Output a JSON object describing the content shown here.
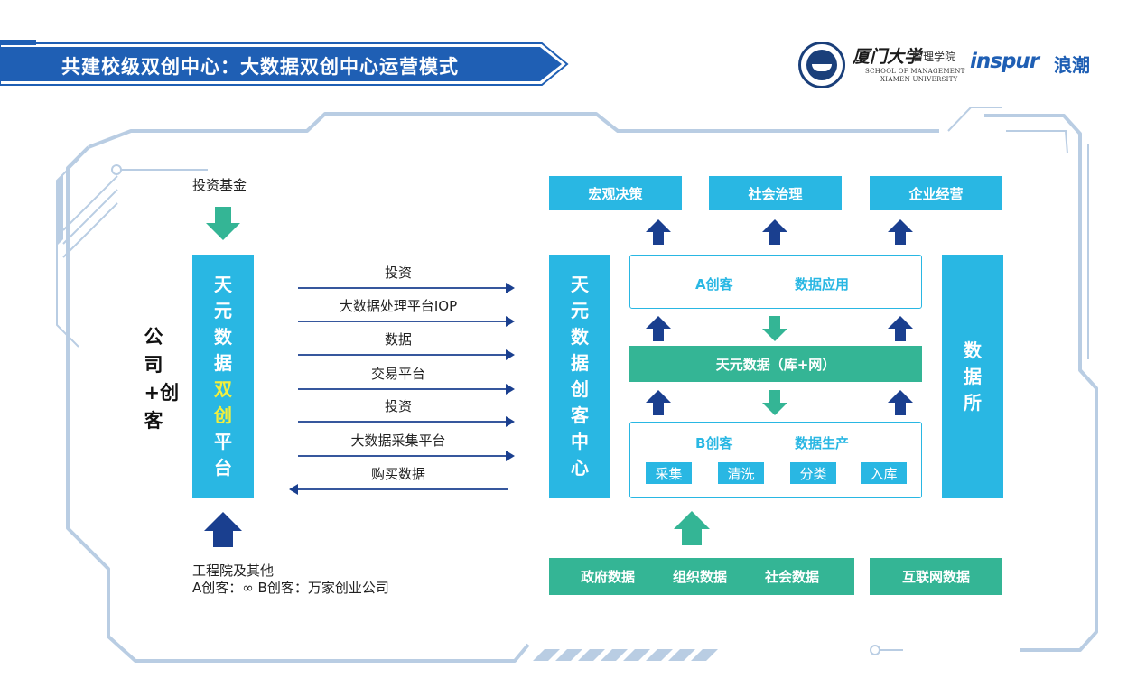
{
  "title": "共建校级双创中心：大数据双创中心运营模式",
  "logos": {
    "xmu_cn": "厦门大学",
    "xmu_sub": "管理学院",
    "xmu_en_line1": "SCHOOL OF MANAGEMENT",
    "xmu_en_line2": "XIAMEN UNIVERSITY",
    "inspur": "inspur",
    "inspur_cn": "浪潮"
  },
  "left": {
    "invest_fund": "投资基金",
    "company_chuangke": "公司+创客",
    "platform_pre": "天元数据",
    "platform_highlight": "双创",
    "platform_post": "平台",
    "engineering_line1": "工程院及其他",
    "engineering_line2": "A创客：∞ B创客：万家创业公司"
  },
  "flows": [
    {
      "label": "投资",
      "direction": "right"
    },
    {
      "label": "大数据处理平台IOP",
      "direction": "right"
    },
    {
      "label": "数据",
      "direction": "right"
    },
    {
      "label": "交易平台",
      "direction": "right"
    },
    {
      "label": "投资",
      "direction": "right"
    },
    {
      "label": "大数据采集平台",
      "direction": "right"
    },
    {
      "label": "购买数据",
      "direction": "left"
    }
  ],
  "center": {
    "column": "天元数据创客中心",
    "top_boxes": [
      "宏观决策",
      "社会治理",
      "企业经营"
    ],
    "a_chuangke": "A创客",
    "data_app": "数据应用",
    "tianyuan": "天元数据（库+网）",
    "b_chuangke": "B创客",
    "data_production": "数据生产",
    "steps": [
      "采集",
      "清洗",
      "分类",
      "入库"
    ],
    "exchange": "数据所"
  },
  "bottom": {
    "sources": [
      "政府数据",
      "组织数据",
      "社会数据"
    ],
    "internet": "互联网数据"
  },
  "colors": {
    "blue": "#29b7e3",
    "green": "#34b595",
    "navy": "#1a3f8f",
    "frame": "#b9cde3"
  }
}
